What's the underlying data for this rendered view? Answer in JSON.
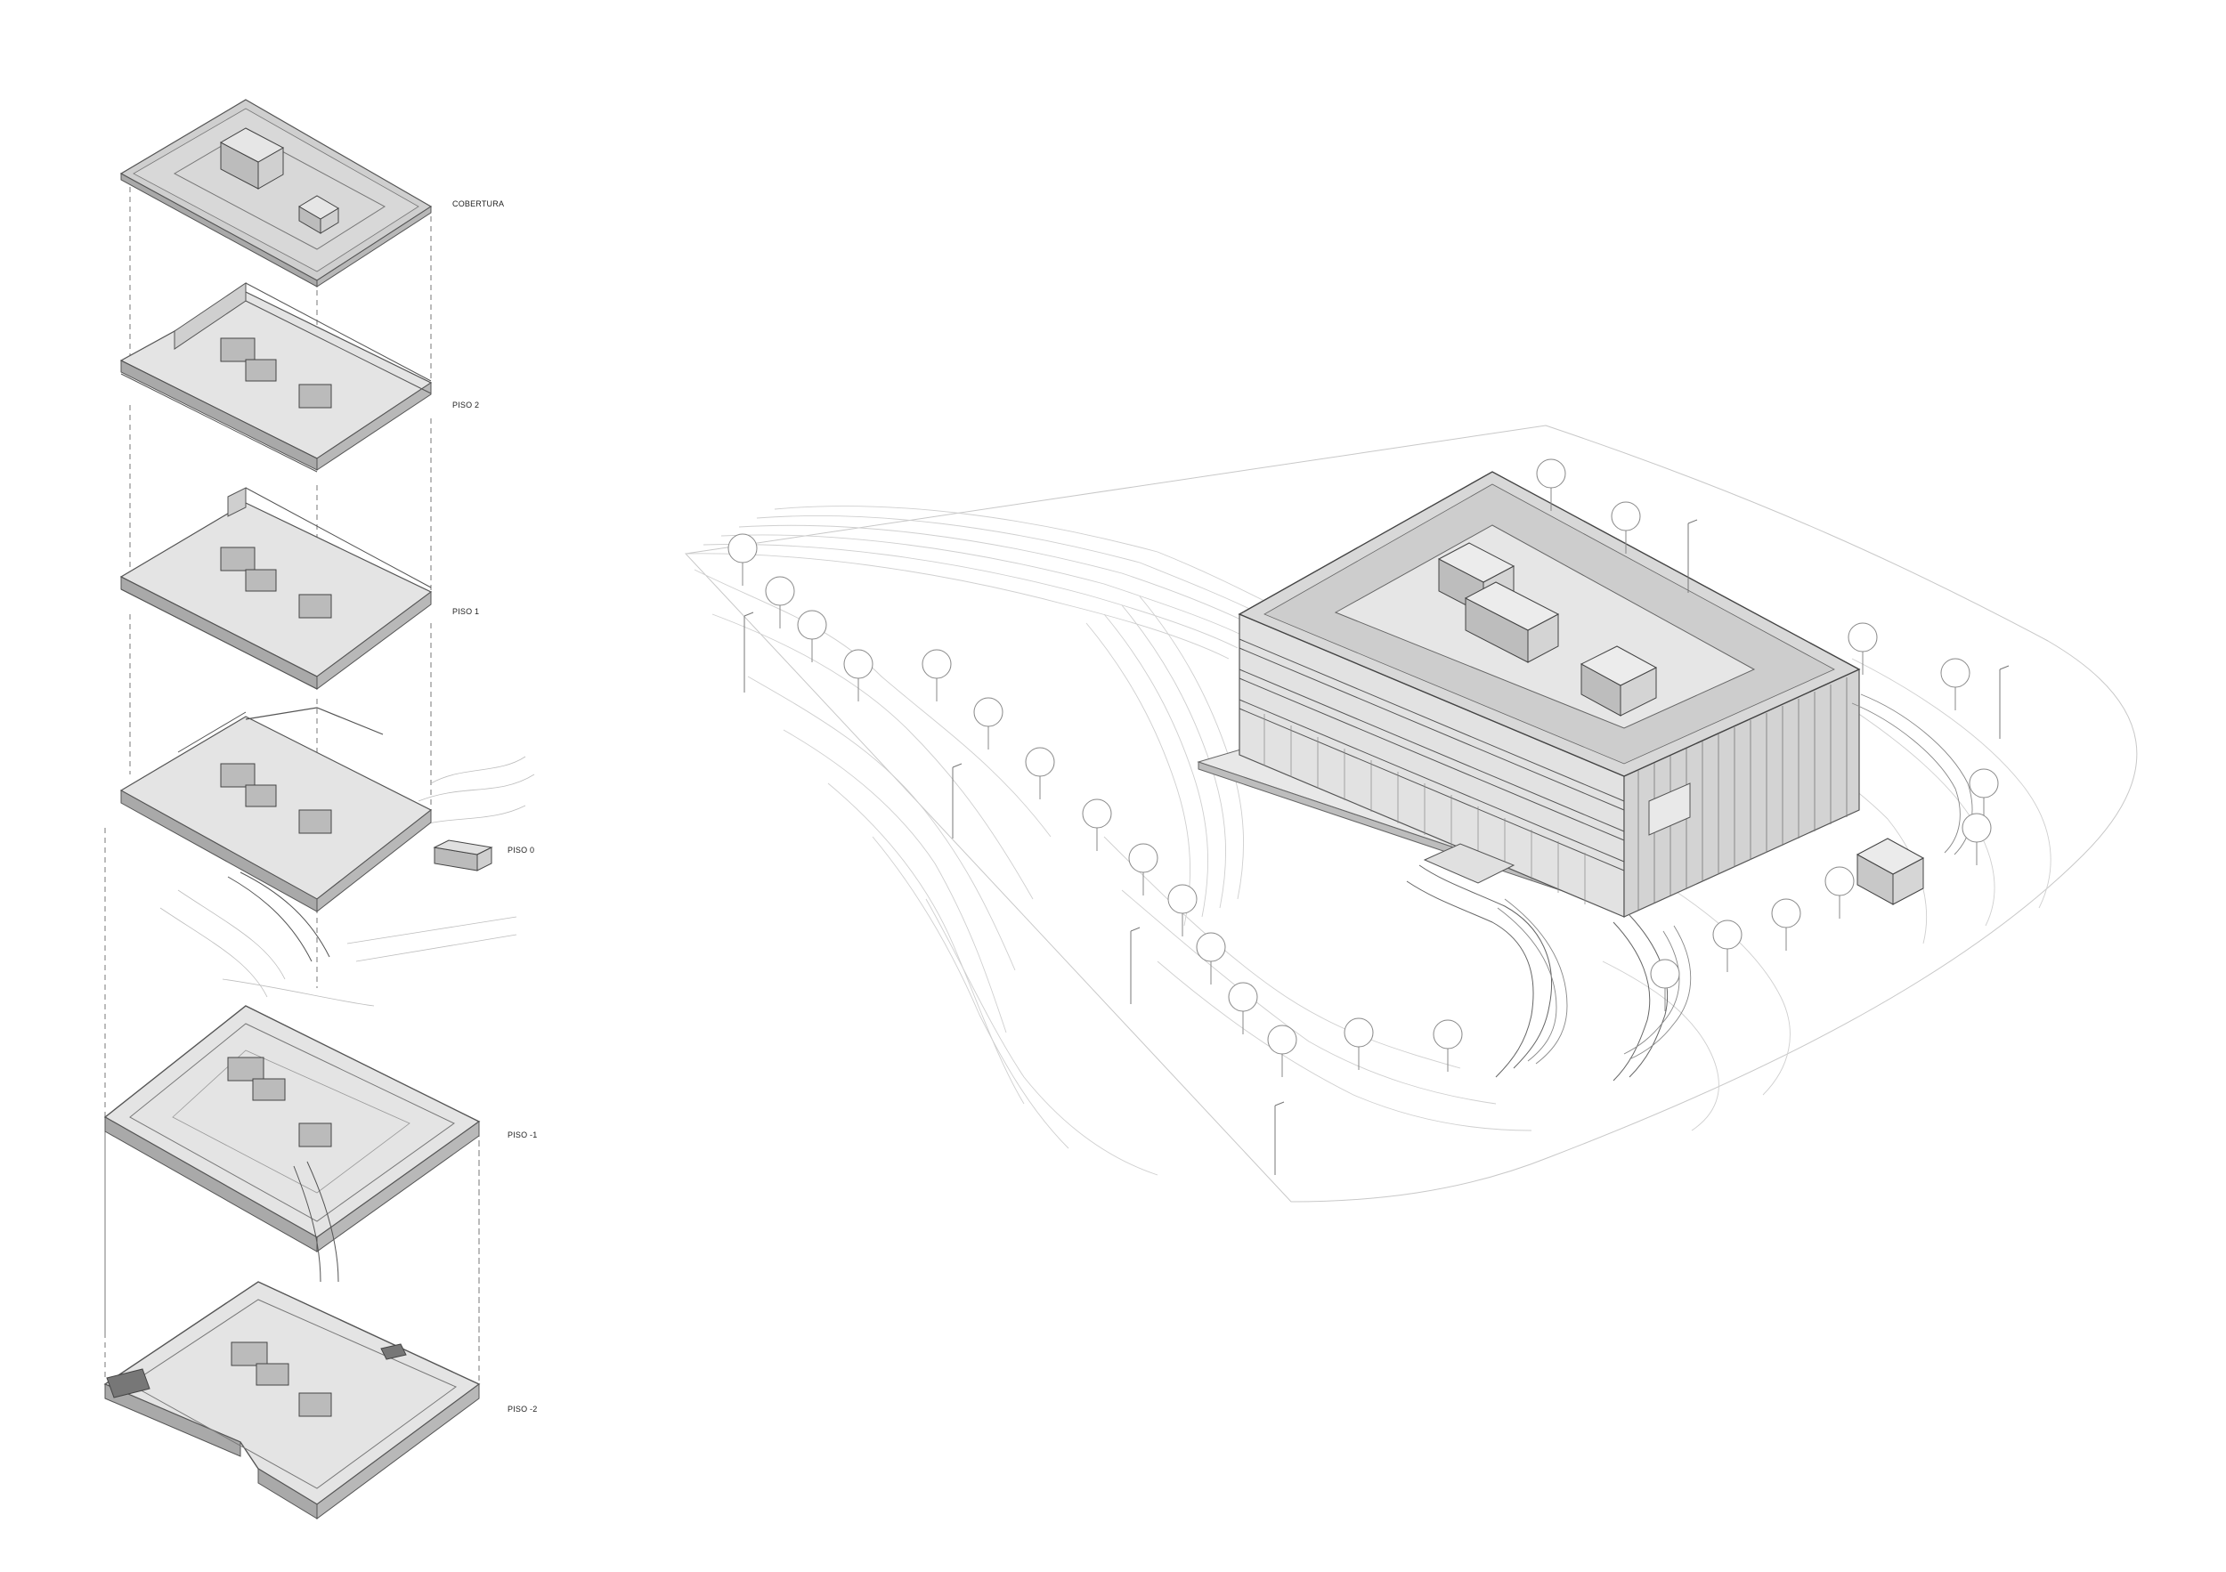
{
  "levels": {
    "cobertura": "COBERTURA",
    "piso2": "PISO 2",
    "piso1": "PISO 1",
    "piso0": "PISO 0",
    "piso_m1": "PISO -1",
    "piso_m2": "PISO -2"
  },
  "colors": {
    "line": "#555555",
    "faint": "#bdbdbd",
    "slab": "#cfcfcf",
    "slab_dark": "#a9a9a9",
    "floor": "#e4e4e4",
    "roof": "#d8d8d8"
  }
}
